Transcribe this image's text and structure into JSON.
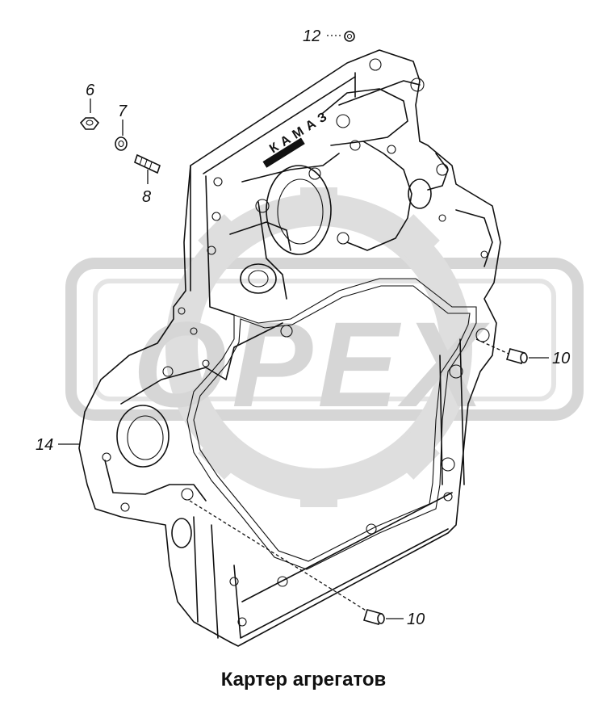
{
  "caption": "Картер агрегатов",
  "watermark": {
    "text": "OPEX",
    "color": "#b5b5b5"
  },
  "casting_marking": {
    "text": "КАМАЗ"
  },
  "callouts": [
    {
      "id": "c12",
      "label": "12"
    },
    {
      "id": "c6",
      "label": "6"
    },
    {
      "id": "c7",
      "label": "7"
    },
    {
      "id": "c8",
      "label": "8"
    },
    {
      "id": "c10a",
      "label": "10"
    },
    {
      "id": "c14",
      "label": "14"
    },
    {
      "id": "c10b",
      "label": "10"
    }
  ]
}
